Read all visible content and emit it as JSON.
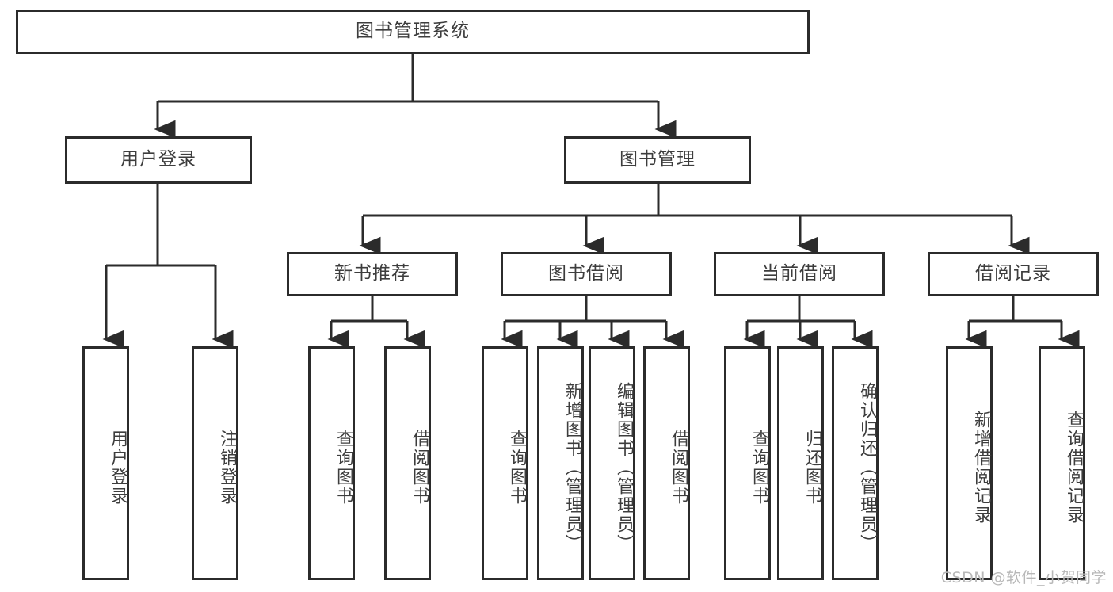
{
  "diagram": {
    "type": "tree",
    "title": "图书管理系统",
    "root": {
      "label": "图书管理系统",
      "children": [
        {
          "label": "用户登录",
          "children": [
            {
              "label": "用户登录"
            },
            {
              "label": "注销登录"
            }
          ]
        },
        {
          "label": "图书管理",
          "children": [
            {
              "label": "新书推荐",
              "children": [
                {
                  "label": "查询图书"
                },
                {
                  "label": "借阅图书"
                }
              ]
            },
            {
              "label": "图书借阅",
              "children": [
                {
                  "label": "查询图书"
                },
                {
                  "label": "新增图书（管理员）"
                },
                {
                  "label": "编辑图书（管理员）"
                },
                {
                  "label": "借阅图书"
                }
              ]
            },
            {
              "label": "当前借阅",
              "children": [
                {
                  "label": "查询图书"
                },
                {
                  "label": "归还图书"
                },
                {
                  "label": "确认归还（管理员）"
                }
              ]
            },
            {
              "label": "借阅记录",
              "children": [
                {
                  "label": "新增借阅记录"
                },
                {
                  "label": "查询借阅记录"
                }
              ]
            }
          ]
        }
      ]
    }
  },
  "nodes": {
    "root": "图书管理系统",
    "user_login": "用户登录",
    "book_manage": "图书管理",
    "new_book_rec": "新书推荐",
    "book_borrow": "图书借阅",
    "current_borrow": "当前借阅",
    "borrow_record": "借阅记录",
    "leaf_user_login": "用户登录",
    "leaf_logout": "注销登录",
    "leaf_rec_query": "查询图书",
    "leaf_rec_borrow": "借阅图书",
    "leaf_borrow_query": "查询图书",
    "leaf_borrow_add": "新增图书（管理员）",
    "leaf_borrow_edit": "编辑图书（管理员）",
    "leaf_borrow_borrow": "借阅图书",
    "leaf_cur_query": "查询图书",
    "leaf_cur_return": "归还图书",
    "leaf_cur_confirm": "确认归还（管理员）",
    "leaf_rec_add": "新增借阅记录",
    "leaf_rec_search": "查询借阅记录"
  },
  "watermark": {
    "text": "CSDN @软件_小贺同学"
  },
  "colors": {
    "stroke": "#2b2b2b",
    "text": "#3d3d3d",
    "background": "#ffffff",
    "watermark": "#b8b8b8"
  }
}
